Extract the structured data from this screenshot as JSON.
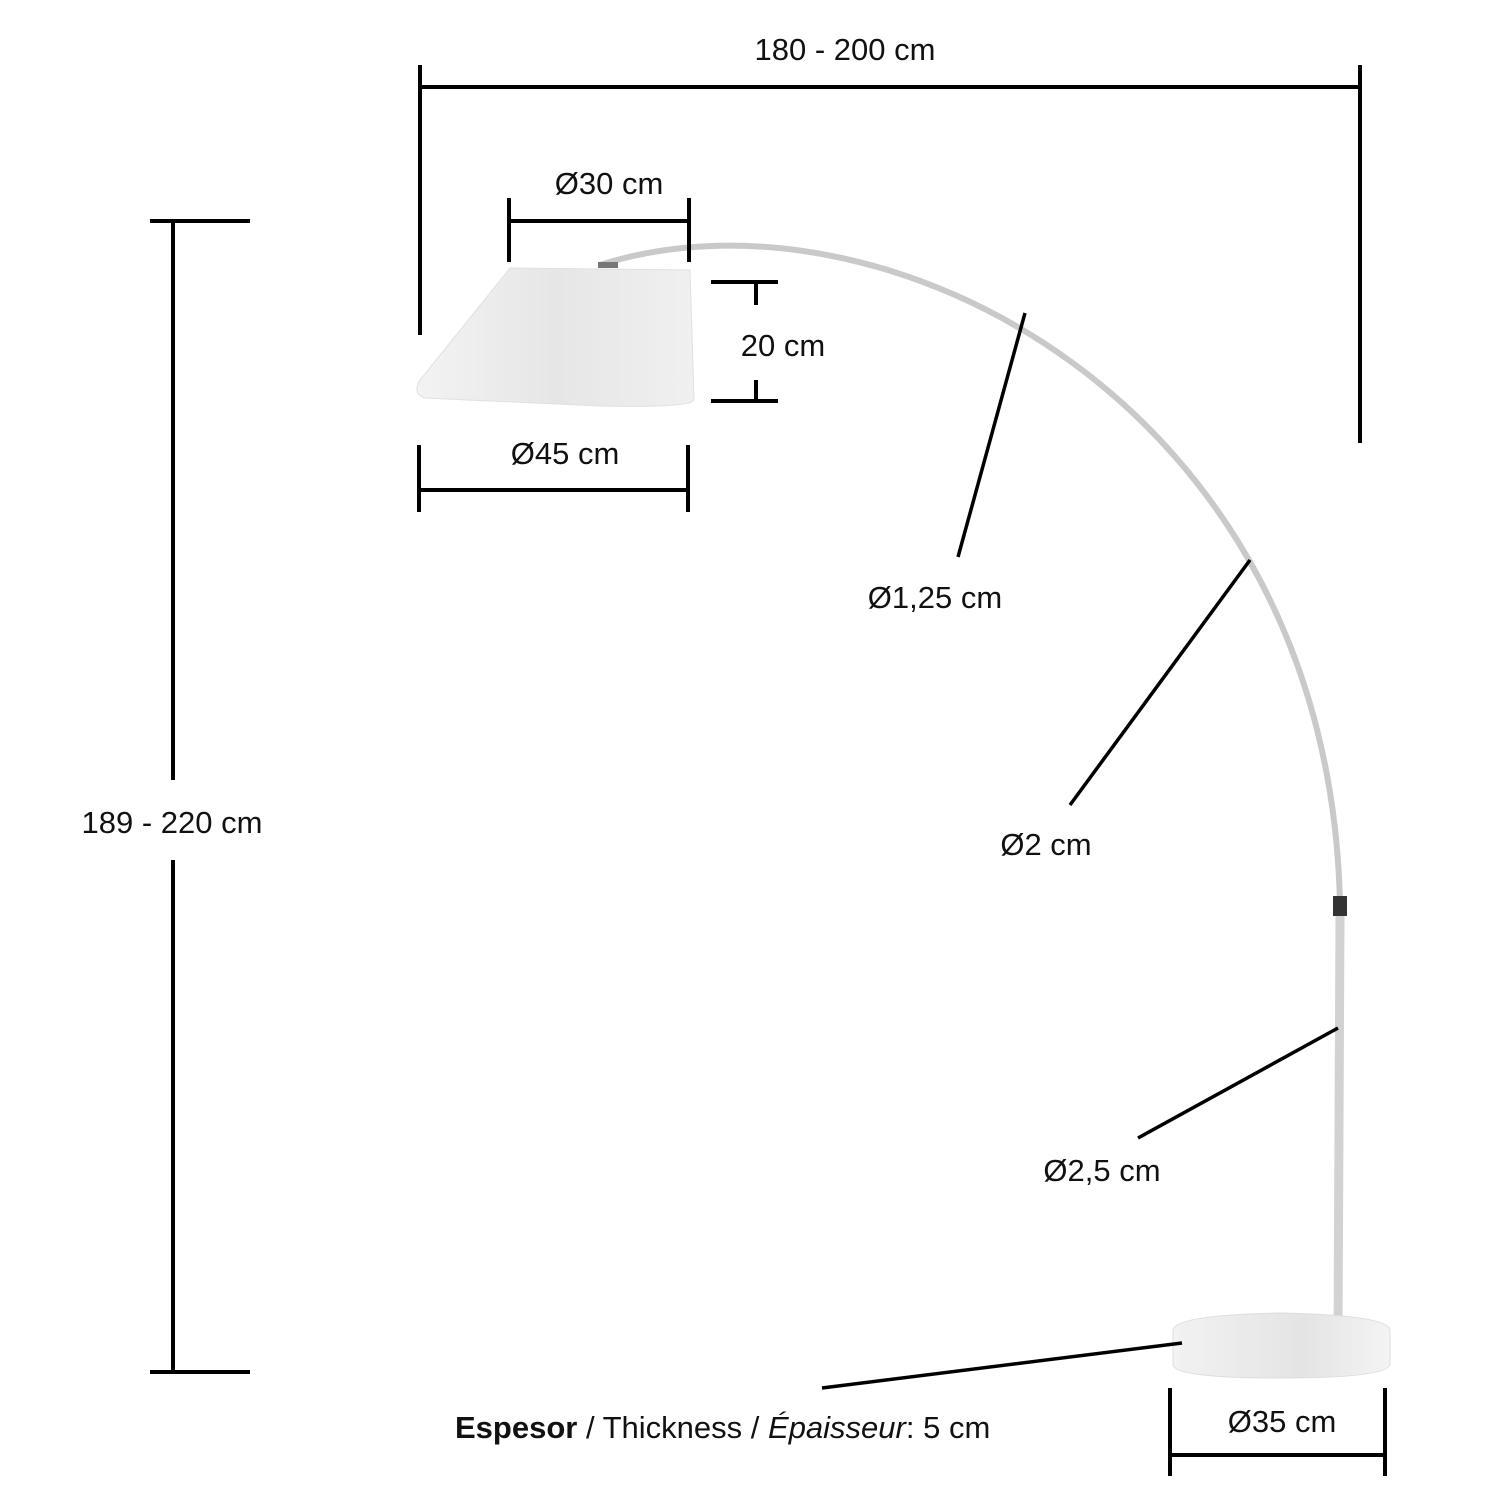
{
  "dimensions": {
    "width_total": "180 - 200 cm",
    "height_total": "189 - 220 cm",
    "shade_top_diameter": "Ø30 cm",
    "shade_bottom_diameter": "Ø45 cm",
    "shade_height": "20 cm",
    "arc_upper_diameter": "Ø1,25 cm",
    "arc_middle_diameter": "Ø2 cm",
    "pole_diameter": "Ø2,5 cm",
    "base_diameter": "Ø35 cm"
  },
  "thickness_note": {
    "label_es": "Espesor",
    "sep1": " / Thickness / ",
    "label_fr": "Épaisseur",
    "value": ": 5 cm"
  },
  "colors": {
    "line": "#000000",
    "lamp": "#d8d8d8",
    "shade": "#ececec"
  }
}
